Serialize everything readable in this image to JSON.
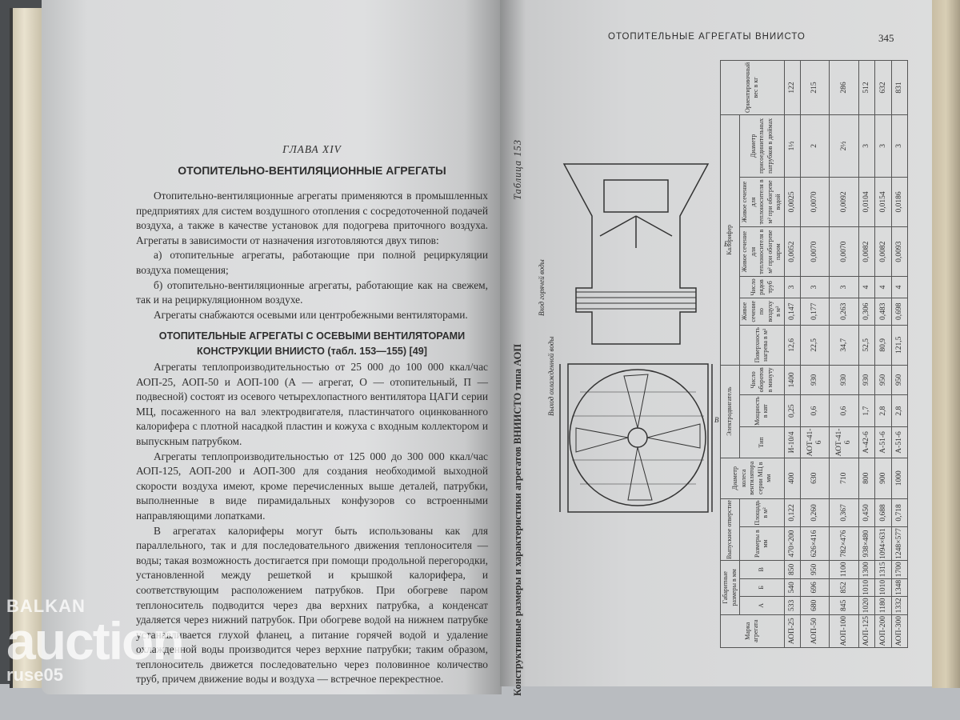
{
  "left_page": {
    "chapter": "ГЛАВА XIV",
    "chapter_title": "ОТОПИТЕЛЬНО-ВЕНТИЛЯЦИОННЫЕ АГРЕГАТЫ",
    "intro": [
      "Отопительно-вентиляционные агрегаты применяются в промышленных предприятиях для систем воздушного отопления с сосредоточенной подачей воздуха, а также в качестве установок для подогрева приточного воздуха. Агрегаты в зависимости от назначения изготовляются двух типов:",
      "а) отопительные агрегаты, работающие при полной рециркуляции воздуха помещения;",
      "б) отопительно-вентиляционные агрегаты, работающие как на свежем, так и на рециркуляционном воздухе.",
      "Агрегаты снабжаются осевыми или центробежными вентиляторами."
    ],
    "section_title": "ОТОПИТЕЛЬНЫЕ АГРЕГАТЫ С ОСЕВЫМИ ВЕНТИЛЯТОРАМИ КОНСТРУКЦИИ ВНИИСТО (табл. 153—155) [49]",
    "section_body": [
      "Агрегаты теплопроизводительностью от 25 000 до 100 000 ккал/час АОП-25, АОП-50 и АОП-100 (А — агрегат, О — отопительный, П — подвесной) состоят из осевого четырехлопастного вентилятора ЦАГИ серии МЦ, посаженного на вал электродвигателя, пластинчатого оцинкованного калорифера с плотной насадкой пластин и кожуха с входным коллектором и выпускным патрубком.",
      "Агрегаты теплопроизводительностью от 125 000 до 300 000 ккал/час АОП-125, АОП-200 и АОП-300 для создания необходимой выходной скорости воздуха имеют, кроме перечисленных выше деталей, патрубки, выполненные в виде пирамидальных конфузоров со встроенными направляющими лопатками.",
      "В агрегатах калориферы могут быть использованы как для параллельного, так и для последовательного движения теплоносителя — воды; такая возможность достигается при помощи продольной перегородки, установленной между решеткой и крышкой калорифера, и соответствующим расположением патрубков. При обогреве паром теплоноситель подводится через два верхних патрубка, а конденсат удаляется через нижний патрубок. При обогреве водой на нижнем патрубке устанавливается глухой фланец, а питание горячей водой и удаление охлажденной воды производится через верхние патрубки; таким образом, теплоноситель движется последовательно через половинное количество труб, причем движение воды и воздуха — встречное перекрестное."
    ]
  },
  "right_page": {
    "running_head": "ОТОПИТЕЛЬНЫЕ АГРЕГАТЫ ВНИИСТО",
    "page_number": "345",
    "table_number": "Таблица 153",
    "caption": "Конструктивные размеры и характеристики агрегатов ВНИИСТО типа АОП",
    "drawing_labels": {
      "hot_in": "Вход горячей воды",
      "cold_out": "Выход охлажденной воды",
      "dim_b": "Б",
      "dim_v": "В"
    },
    "table": {
      "group_headers": {
        "mark": "Марка агрегата",
        "dims": "Габаритные размеры в мм",
        "outlet": "Выпускное отверстие",
        "motor": "Электродвигатель",
        "heater": "Калорифер",
        "weight": "Ориентировочный вес в кг"
      },
      "headers": [
        "А",
        "Б",
        "В",
        "Размеры в мм",
        "Площадь в м²",
        "Диаметр колеса вентилятора серии МЦ в мм",
        "Тип",
        "Мощность в квт",
        "Число оборотов в минуту",
        "Поверхность нагрева в м²",
        "Живое сечение по воздуху в м²",
        "Число рядов труб",
        "Живое сечение для теплоносителя в м² при обогреве паром",
        "Живое сечение для теплоносителя в м² при обогреве водой",
        "Диаметр присоединительных патрубков в дюймах"
      ],
      "rows": [
        [
          "АОП-25",
          "533",
          "540",
          "850",
          "470×200",
          "0,122",
          "400",
          "И-10/4",
          "0,25",
          "1400",
          "12,6",
          "0,147",
          "3",
          "0,0052",
          "0,0025",
          "1½"
        ],
        [
          "АОП-50",
          "680",
          "696",
          "950",
          "626×416",
          "0,260",
          "630",
          "АОТ-41-6",
          "0,6",
          "930",
          "22,5",
          "0,177",
          "3",
          "0,0070",
          "0,0070",
          "2"
        ],
        [
          "АОП-100",
          "845",
          "852",
          "1100",
          "782×476",
          "0,367",
          "710",
          "АОТ-41-6",
          "0,6",
          "930",
          "34,7",
          "0,263",
          "3",
          "0,0070",
          "0,0092",
          "2½"
        ],
        [
          "АОП-125",
          "1020",
          "1010",
          "1300",
          "938×480",
          "0,450",
          "800",
          "А-42-6",
          "1,7",
          "930",
          "52,5",
          "0,306",
          "4",
          "0,0082",
          "0,0104",
          "3"
        ],
        [
          "АОП-200",
          "1180",
          "1010",
          "1315",
          "1094×631",
          "0,688",
          "900",
          "А-51-6",
          "2,8",
          "950",
          "80,9",
          "0,483",
          "4",
          "0,0082",
          "0,0154",
          "3"
        ],
        [
          "АОП-300",
          "1332",
          "1348",
          "1700",
          "1248×577",
          "0,718",
          "1000",
          "А-51-6",
          "2,8",
          "950",
          "121,5",
          "0,698",
          "4",
          "0,0093",
          "0,0186",
          "3"
        ]
      ],
      "weights": [
        "122",
        "215",
        "286",
        "512",
        "632",
        "831"
      ]
    }
  },
  "watermark": {
    "line1": "BALKAN",
    "line2": "auction",
    "line3": "ruse05"
  }
}
